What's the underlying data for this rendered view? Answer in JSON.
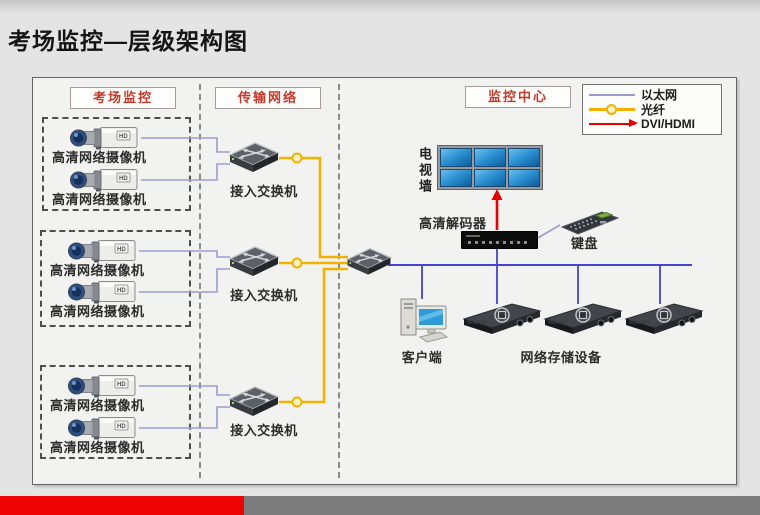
{
  "title": "考场监控—层级架构图",
  "columns": {
    "monitoring": "考场监控",
    "transmission": "传输网络",
    "center": "监控中心"
  },
  "legend": {
    "ethernet": "以太网",
    "fiber": "光纤",
    "dvi": "DVI/HDMI"
  },
  "camera_groups": [
    {
      "cameras": [
        {
          "label": "高清网络摄像机"
        },
        {
          "label": "高清网络摄像机"
        }
      ]
    },
    {
      "cameras": [
        {
          "label": "高清网络摄像机"
        },
        {
          "label": "高清网络摄像机"
        }
      ]
    },
    {
      "cameras": [
        {
          "label": "高清网络摄像机"
        },
        {
          "label": "高清网络摄像机"
        }
      ]
    }
  ],
  "switches": {
    "access_labels": [
      "接入交换机",
      "接入交换机",
      "接入交换机"
    ]
  },
  "center_devices": {
    "tv_wall_label": "电视墙",
    "decoder_label": "高清解码器",
    "keyboard_label": "键盘",
    "client_label": "客户端",
    "storage_label": "网络存储设备"
  },
  "camera_badge": "HD",
  "colors": {
    "ethernet": "#9b9bd2",
    "ethernet_bus": "#4444cc",
    "fiber": "#f2b200",
    "dvi_red": "#e60000",
    "header_red": "#c23a2b",
    "footer_red": "#ee0202",
    "footer_gray": "#7d7d7d"
  }
}
